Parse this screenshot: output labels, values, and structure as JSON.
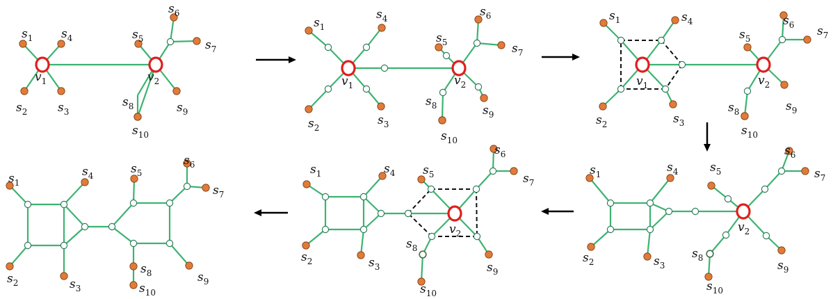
{
  "panels": [
    {
      "name": "panel-1",
      "hubs": [
        {
          "label": "v",
          "sub": "1"
        },
        {
          "label": "v",
          "sub": "2"
        }
      ],
      "terminals": [
        {
          "label": "s",
          "sub": "1"
        },
        {
          "label": "s",
          "sub": "2"
        },
        {
          "label": "s",
          "sub": "3"
        },
        {
          "label": "s",
          "sub": "4"
        },
        {
          "label": "s",
          "sub": "5"
        },
        {
          "label": "s",
          "sub": "6"
        },
        {
          "label": "s",
          "sub": "7"
        },
        {
          "label": "s",
          "sub": "8"
        },
        {
          "label": "s",
          "sub": "9"
        },
        {
          "label": "s",
          "sub": "10"
        }
      ]
    },
    {
      "name": "panel-2",
      "hubs": [
        {
          "label": "v",
          "sub": "1"
        },
        {
          "label": "v",
          "sub": "2"
        }
      ],
      "terminals": [
        {
          "label": "s",
          "sub": "1"
        },
        {
          "label": "s",
          "sub": "2"
        },
        {
          "label": "s",
          "sub": "3"
        },
        {
          "label": "s",
          "sub": "4"
        },
        {
          "label": "s",
          "sub": "5"
        },
        {
          "label": "s",
          "sub": "6"
        },
        {
          "label": "s",
          "sub": "7"
        },
        {
          "label": "s",
          "sub": "8"
        },
        {
          "label": "s",
          "sub": "9"
        },
        {
          "label": "s",
          "sub": "10"
        }
      ]
    },
    {
      "name": "panel-3",
      "hubs": [
        {
          "label": "v",
          "sub": "1"
        },
        {
          "label": "v",
          "sub": "2"
        }
      ],
      "terminals": [
        {
          "label": "s",
          "sub": "1"
        },
        {
          "label": "s",
          "sub": "2"
        },
        {
          "label": "s",
          "sub": "3"
        },
        {
          "label": "s",
          "sub": "4"
        },
        {
          "label": "s",
          "sub": "5"
        },
        {
          "label": "s",
          "sub": "6"
        },
        {
          "label": "s",
          "sub": "7"
        },
        {
          "label": "s",
          "sub": "8"
        },
        {
          "label": "s",
          "sub": "9"
        },
        {
          "label": "s",
          "sub": "10"
        }
      ]
    },
    {
      "name": "panel-4",
      "hubs": [
        {
          "label": "v",
          "sub": "2"
        }
      ],
      "terminals": [
        {
          "label": "s",
          "sub": "1"
        },
        {
          "label": "s",
          "sub": "2"
        },
        {
          "label": "s",
          "sub": "3"
        },
        {
          "label": "s",
          "sub": "4"
        },
        {
          "label": "s",
          "sub": "5"
        },
        {
          "label": "s",
          "sub": "6"
        },
        {
          "label": "s",
          "sub": "7"
        },
        {
          "label": "s",
          "sub": "8"
        },
        {
          "label": "s",
          "sub": "9"
        },
        {
          "label": "s",
          "sub": "10"
        }
      ]
    },
    {
      "name": "panel-5",
      "hubs": [
        {
          "label": "v",
          "sub": "2"
        }
      ],
      "terminals": [
        {
          "label": "s",
          "sub": "1"
        },
        {
          "label": "s",
          "sub": "2"
        },
        {
          "label": "s",
          "sub": "3"
        },
        {
          "label": "s",
          "sub": "4"
        },
        {
          "label": "s",
          "sub": "5"
        },
        {
          "label": "s",
          "sub": "6"
        },
        {
          "label": "s",
          "sub": "7"
        },
        {
          "label": "s",
          "sub": "8"
        },
        {
          "label": "s",
          "sub": "9"
        },
        {
          "label": "s",
          "sub": "10"
        }
      ]
    },
    {
      "name": "panel-6",
      "hubs": [],
      "terminals": [
        {
          "label": "s",
          "sub": "1"
        },
        {
          "label": "s",
          "sub": "2"
        },
        {
          "label": "s",
          "sub": "3"
        },
        {
          "label": "s",
          "sub": "4"
        },
        {
          "label": "s",
          "sub": "5"
        },
        {
          "label": "s",
          "sub": "6"
        },
        {
          "label": "s",
          "sub": "7"
        },
        {
          "label": "s",
          "sub": "8"
        },
        {
          "label": "s",
          "sub": "9"
        },
        {
          "label": "s",
          "sub": "10"
        }
      ]
    }
  ],
  "colors": {
    "edge": "#3cb371",
    "terminal": "#e07b39",
    "hub_ring": "#e01e1e",
    "dashed": "#111111"
  }
}
